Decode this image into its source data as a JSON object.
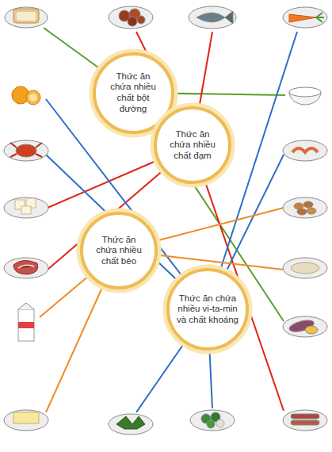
{
  "diagram": {
    "nodes": [
      {
        "text": [
          "Thức ăn chứa nhiều chất bột đường"
        ]
      },
      {
        "text": [
          "Thức ăn chứa nhiều chất đạm"
        ]
      },
      {
        "text": [
          "Thức ăn chứa nhiều chất béo"
        ]
      },
      {
        "text": [
          "Thức ăn chứa nhiều vi-ta-min và chất khoáng"
        ]
      }
    ]
  }
}
